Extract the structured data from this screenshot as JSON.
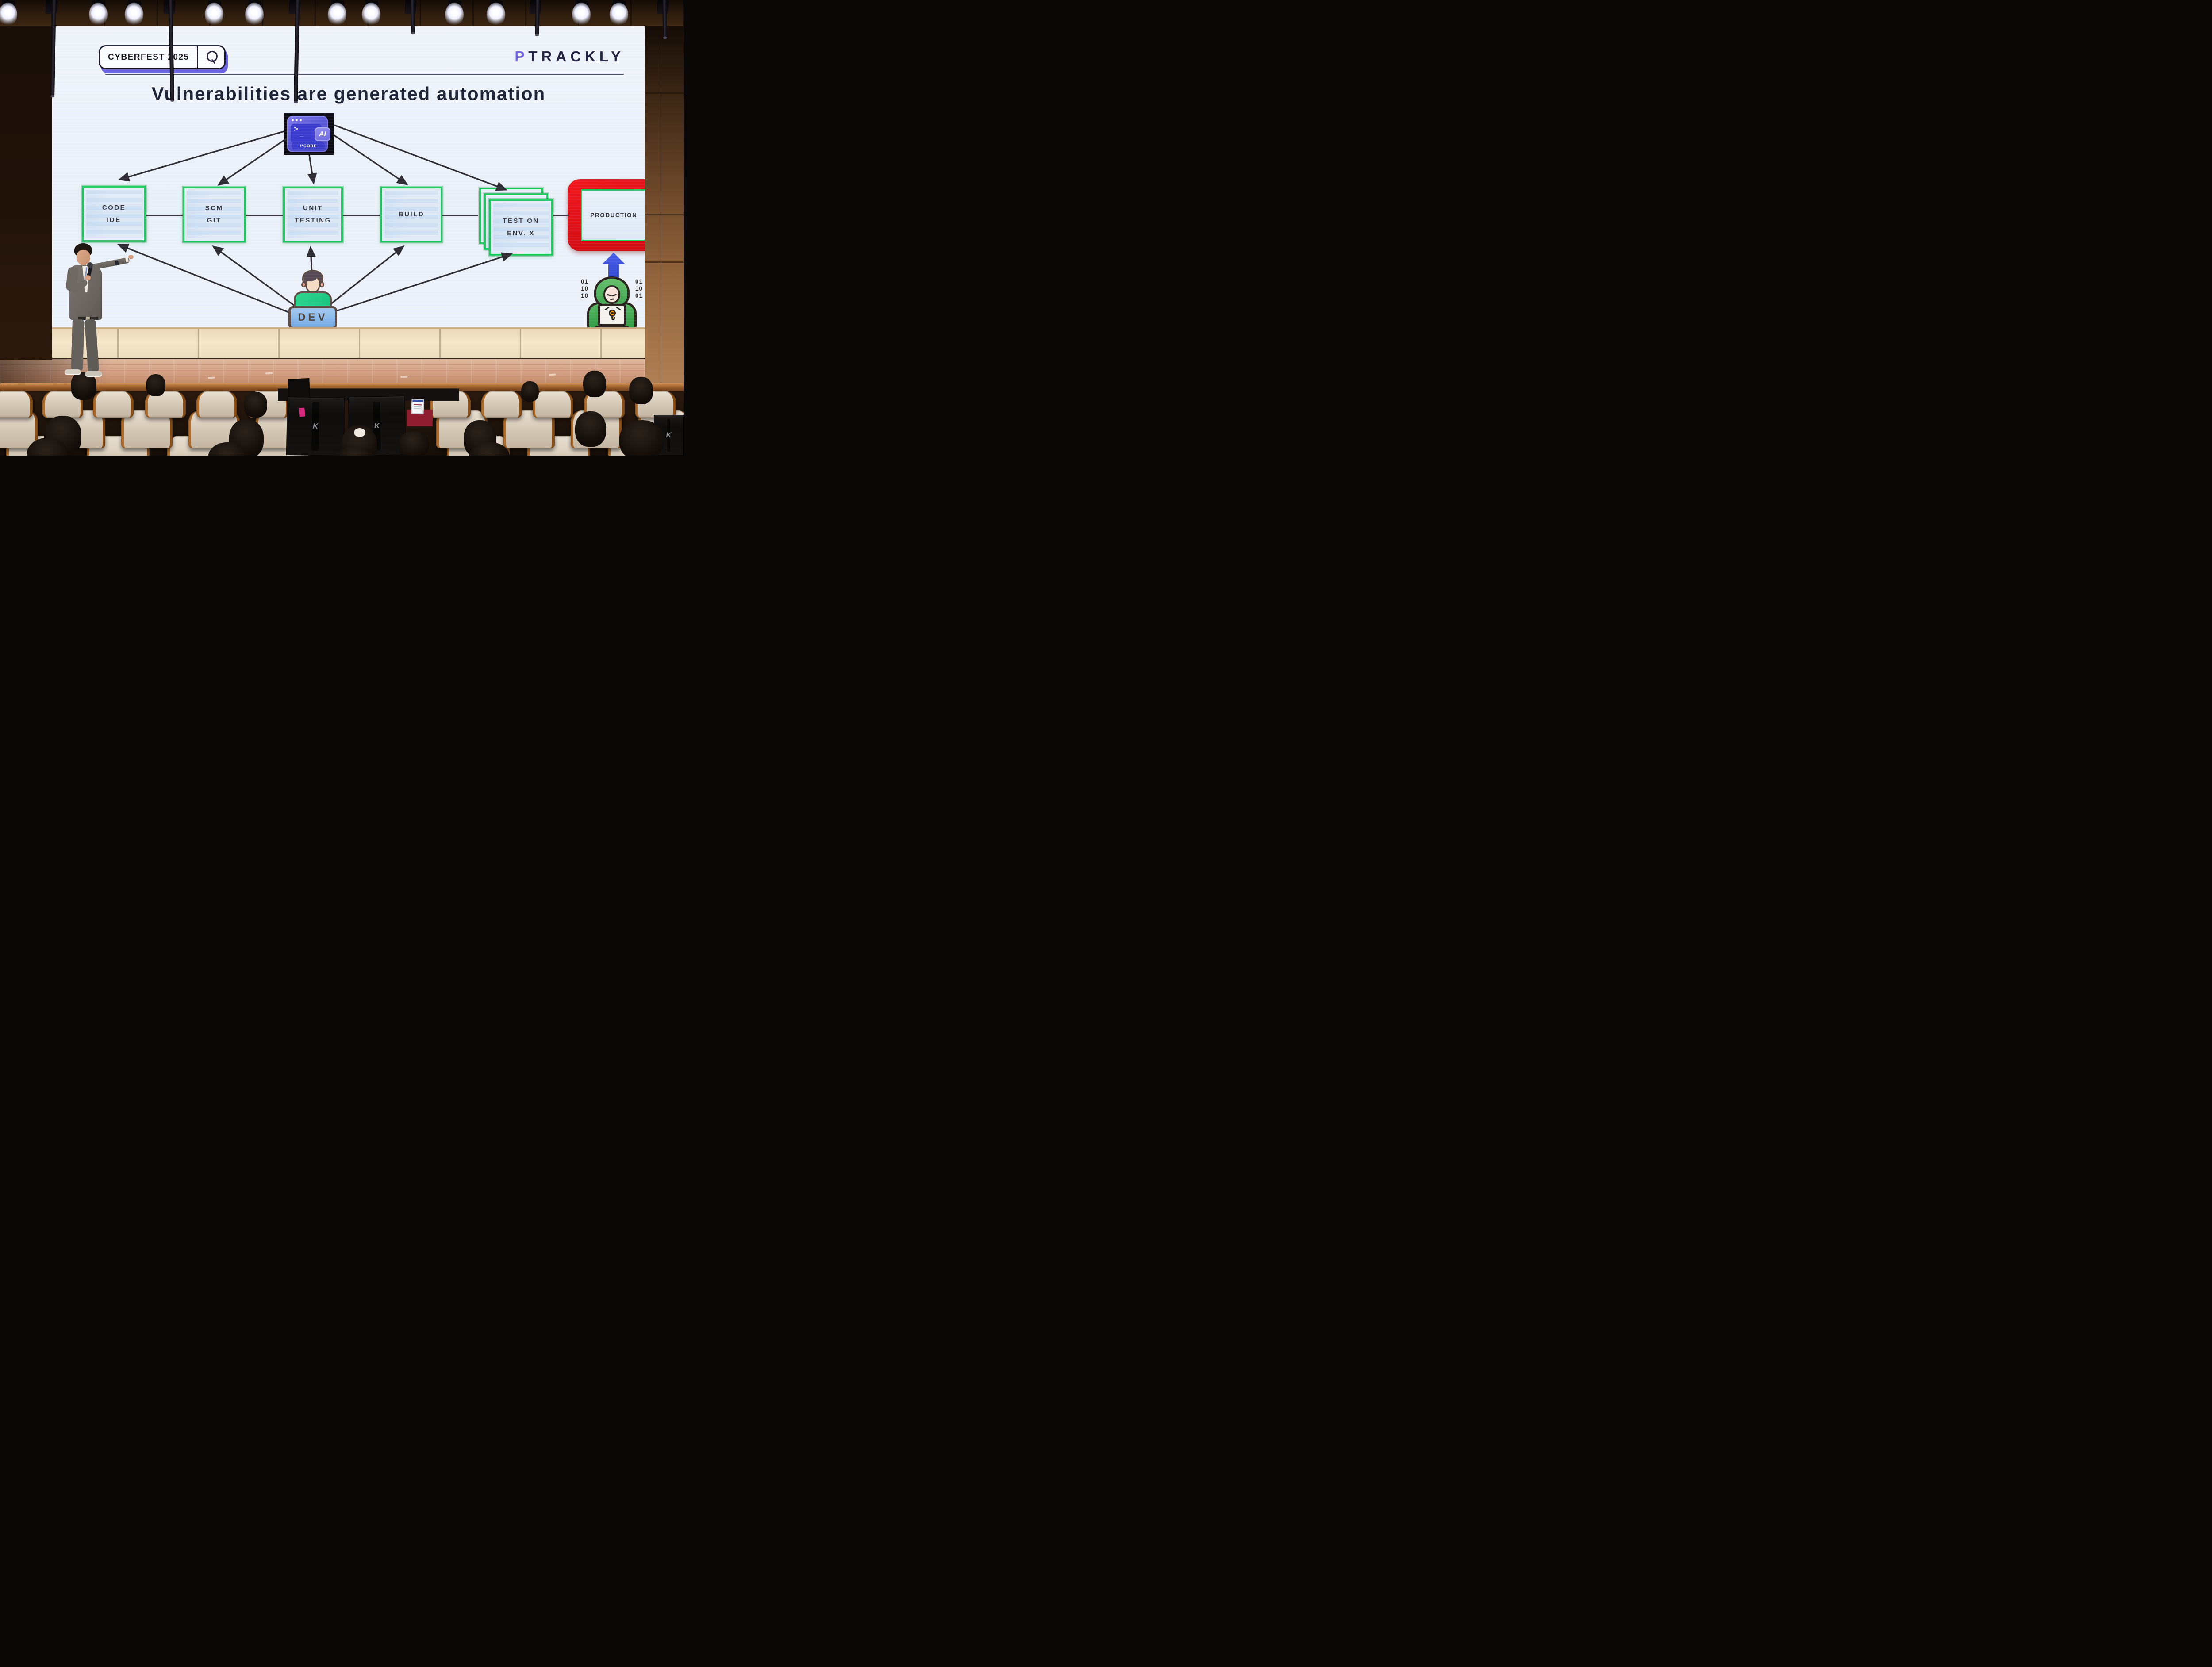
{
  "scene": {
    "speaker_brand": "K",
    "colors": {
      "pipeline_green": "#1ec95c",
      "production_red": "#e3131a",
      "brand_purple": "#6f61e6",
      "brand_navy": "#20203f",
      "arrow_dark": "#2f2b33",
      "hacker_arrow_blue": "#3c52db"
    }
  },
  "slide": {
    "event_badge": {
      "label": "CYBERFEST 2025",
      "icon": "magnifier-icon"
    },
    "logo": {
      "p": "P",
      "rest": "TRACKLY"
    },
    "title": "Vulnerabilities are generated automation",
    "ai_icon": {
      "prompt": ">",
      "cursor": "_",
      "badge": "AI",
      "code_label": "/*CODE"
    },
    "pipeline": [
      {
        "id": "code-ide",
        "label_lines": [
          "CODE",
          "IDE"
        ]
      },
      {
        "id": "scm-git",
        "label_lines": [
          "SCM",
          "GIT"
        ]
      },
      {
        "id": "unit-testing",
        "label_lines": [
          "UNIT",
          "TESTING"
        ]
      },
      {
        "id": "build",
        "label_lines": [
          "BUILD"
        ]
      },
      {
        "id": "test-on-env-x",
        "label_lines": [
          "TEST ON",
          "ENV. X"
        ]
      },
      {
        "id": "production",
        "label_lines": [
          "PRODUCTION"
        ]
      }
    ],
    "dev": {
      "label": "DEV"
    },
    "hacker": {
      "binary_left": [
        "01",
        "10",
        "10"
      ],
      "binary_right": [
        "01",
        "10",
        "01"
      ]
    }
  }
}
